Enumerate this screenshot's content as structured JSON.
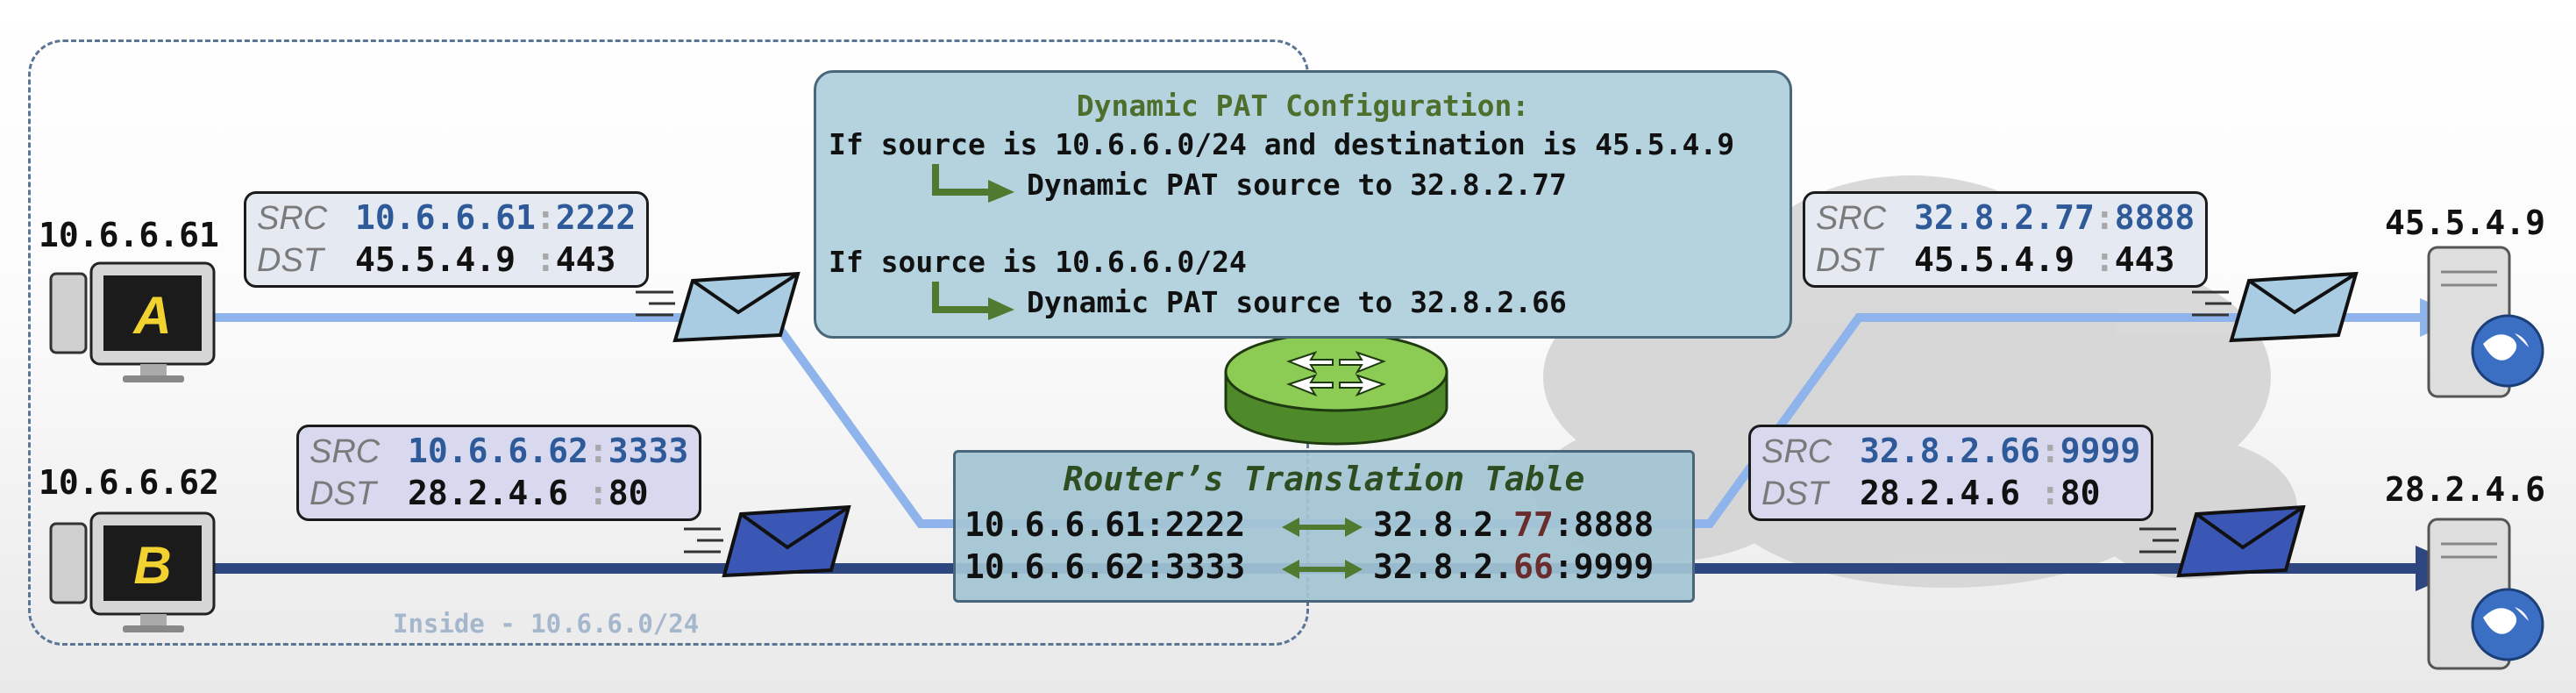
{
  "inside_zone": {
    "label": "Inside - 10.6.6.0/24"
  },
  "hosts": [
    {
      "ip": "10.6.6.61",
      "letter": "A"
    },
    {
      "ip": "10.6.6.62",
      "letter": "B"
    }
  ],
  "servers": [
    {
      "ip": "45.5.4.9"
    },
    {
      "ip": "28.2.4.6"
    }
  ],
  "packets": {
    "a_inside": {
      "src_label": "SRC",
      "dst_label": "DST",
      "src_ip": "10.6.6.61",
      "src_colon": ":",
      "src_port": "2222",
      "dst_ip": "45.5.4.9 ",
      "dst_colon": ":",
      "dst_port": "443"
    },
    "b_inside": {
      "src_label": "SRC",
      "dst_label": "DST",
      "src_ip": "10.6.6.62",
      "src_colon": ":",
      "src_port": "3333",
      "dst_ip": "28.2.4.6 ",
      "dst_colon": ":",
      "dst_port": "80"
    },
    "a_outside": {
      "src_label": "SRC",
      "dst_label": "DST",
      "src_ip": "32.8.2.77",
      "src_colon": ":",
      "src_port": "8888",
      "dst_ip": "45.5.4.9 ",
      "dst_colon": ":",
      "dst_port": "443"
    },
    "b_outside": {
      "src_label": "SRC",
      "dst_label": "DST",
      "src_ip": "32.8.2.66",
      "src_colon": ":",
      "src_port": "9999",
      "dst_ip": "28.2.4.6 ",
      "dst_colon": ":",
      "dst_port": "80"
    }
  },
  "config": {
    "title": "Dynamic PAT Configuration:",
    "rule1_condition": "If source is 10.6.6.0/24 and destination is 45.5.4.9",
    "rule1_action": "Dynamic PAT source to 32.8.2.77",
    "rule2_condition": "If source is 10.6.6.0/24",
    "rule2_action": "Dynamic PAT source to 32.8.2.66"
  },
  "translation_table": {
    "title": "Router’s Translation Table",
    "rows": [
      {
        "inside": "10.6.6.61:2222",
        "outside_prefix": "32.8.2.",
        "outside_highlight": "77",
        "outside_suffix": ":8888"
      },
      {
        "inside": "10.6.6.62:3333",
        "outside_prefix": "32.8.2.",
        "outside_highlight": "66",
        "outside_suffix": ":9999"
      }
    ]
  },
  "colors": {
    "light_path": "#8fb4ec",
    "dark_path": "#2e4680",
    "router_green": "#7cb648",
    "arrow_green": "#4f7a2f",
    "highlight_red": "#6a2c2c"
  }
}
